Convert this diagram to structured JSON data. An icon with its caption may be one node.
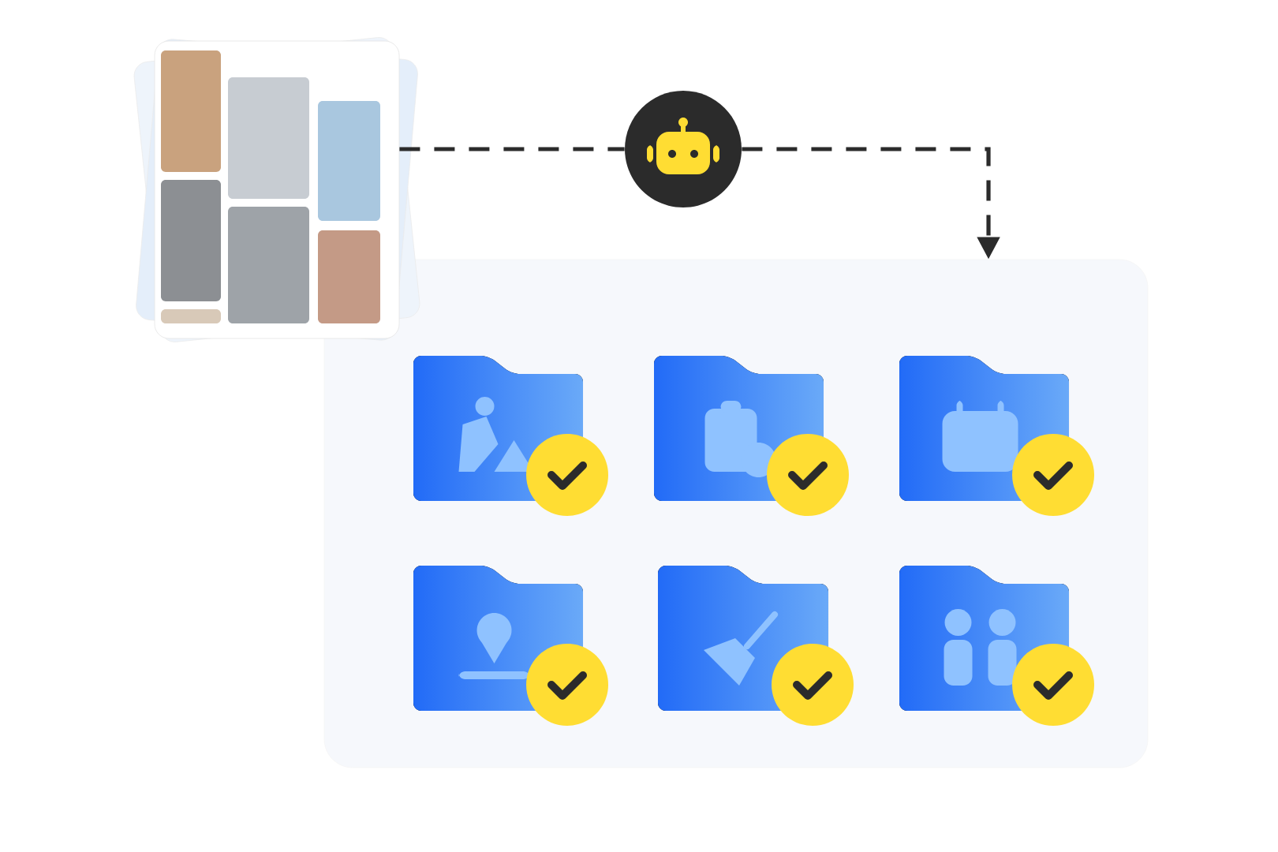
{
  "diagram": {
    "nodes": [
      {
        "text": [],
        "shape": "picture"
      },
      {
        "text": [],
        "shape": "circle"
      },
      {
        "text": [],
        "shape": "box"
      },
      {
        "text": [],
        "shape": "folder",
        "in": 2
      },
      {
        "text": [],
        "shape": "folder",
        "in": 2
      },
      {
        "text": [],
        "shape": "folder",
        "in": 2
      },
      {
        "text": [],
        "shape": "folder",
        "in": 2
      },
      {
        "text": [],
        "shape": "folder",
        "in": 2
      },
      {
        "text": [],
        "shape": "folder",
        "in": 2
      }
    ],
    "edges": [
      {
        "from": 0,
        "to": 1,
        "arrow": "none",
        "style": "dashed"
      },
      {
        "from": 1,
        "to": 2,
        "arrow": "to",
        "style": "dashed"
      }
    ]
  }
}
